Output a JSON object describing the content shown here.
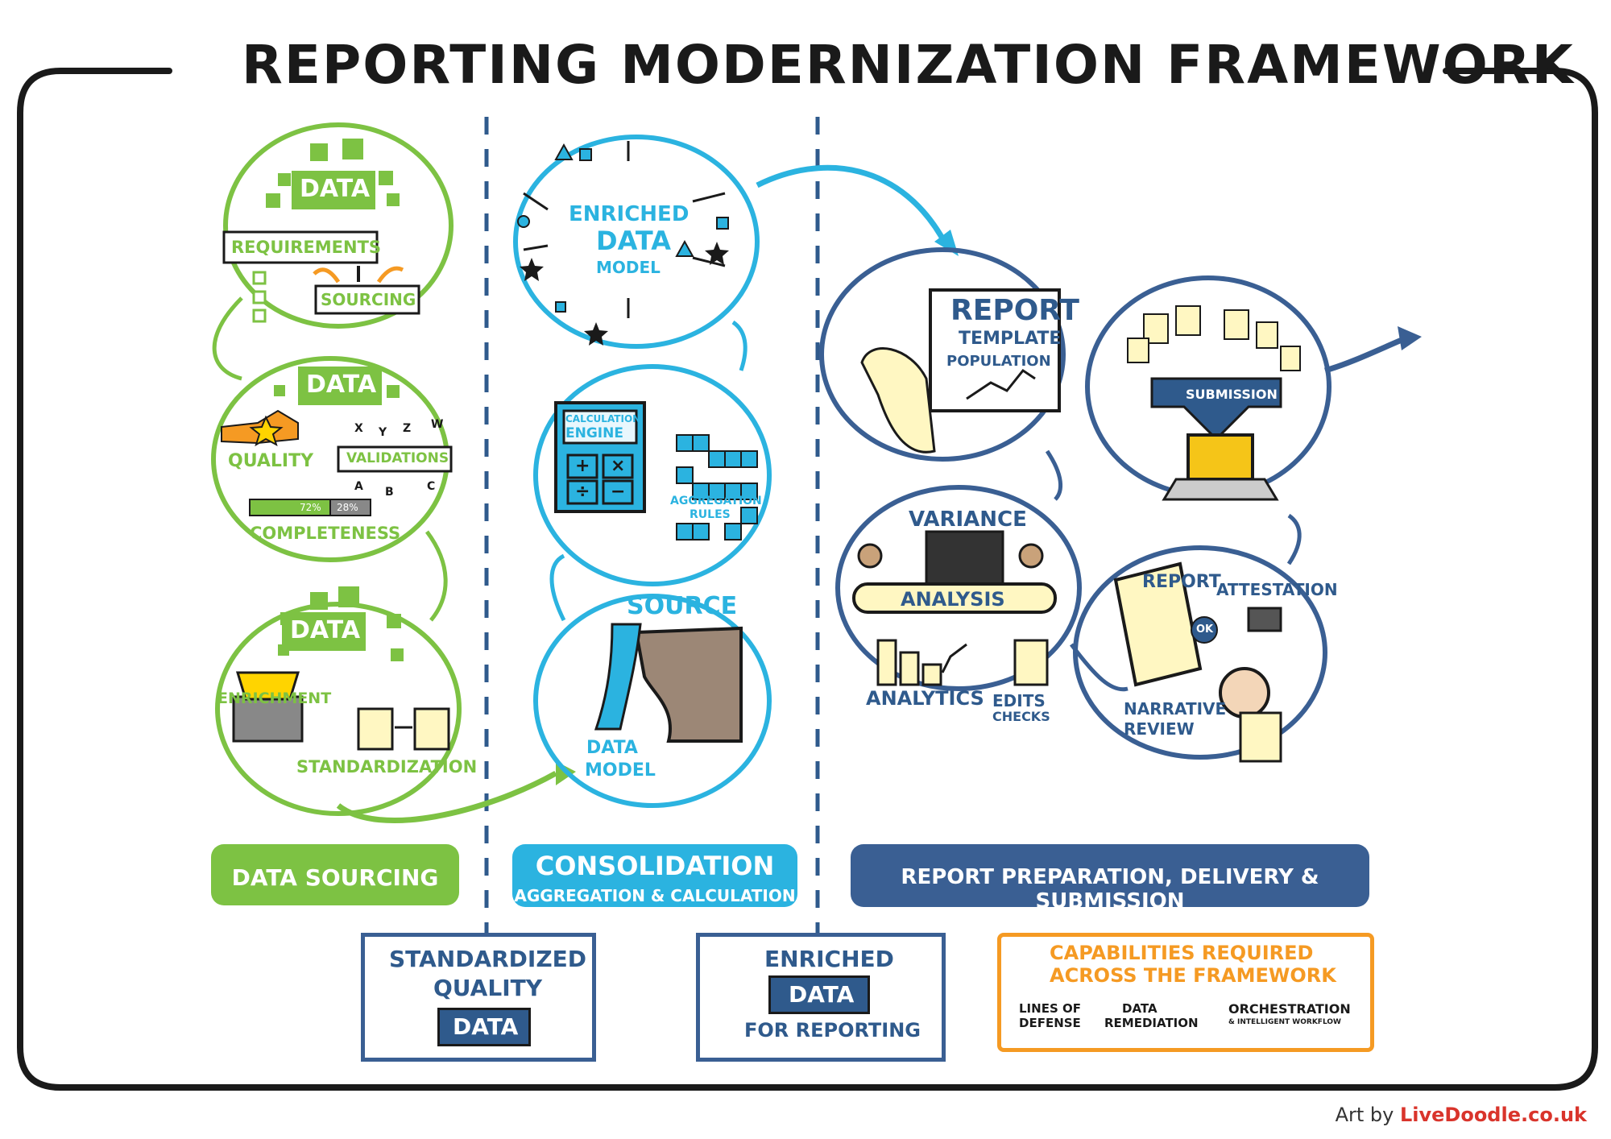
{
  "title": "REPORTING MODERNIZATION FRAMEWORK",
  "colors": {
    "green": "#7dc243",
    "cyan": "#2bb3e0",
    "navy": "#2f5a8c",
    "orange": "#f59a23",
    "frame": "#1a1a1a"
  },
  "sourcing": {
    "step1": {
      "data": "DATA",
      "requirements": "REQUIREMENTS",
      "sourcing": "SOURCING"
    },
    "step2": {
      "data": "DATA",
      "quality": "QUALITY",
      "validations": "VALIDATIONS",
      "letters": [
        "X",
        "Y",
        "Z",
        "W",
        "A",
        "B",
        "C"
      ],
      "bar_left": "72%",
      "bar_right": "28%",
      "completeness": "COMPLETENESS"
    },
    "step3": {
      "data": "DATA",
      "enrichment": "ENRICHMENT",
      "standardization": "STANDARDIZATION"
    }
  },
  "consolidation": {
    "enriched_line1": "ENRICHED",
    "enriched_line2": "DATA",
    "enriched_line3": "MODEL",
    "calc_line1": "CALCULATION",
    "calc_line2": "ENGINE",
    "calc_keys": [
      "+",
      "×",
      "÷",
      "−"
    ],
    "aggregation_line1": "AGGREGATION",
    "aggregation_line2": "RULES",
    "source": "SOURCE",
    "data_model_line1": "DATA",
    "data_model_line2": "MODEL"
  },
  "report": {
    "template_line1": "REPORT",
    "template_line2": "TEMPLATE",
    "template_line3": "POPULATION",
    "submission": "SUBMISSION",
    "variance": "VARIANCE",
    "analysis": "ANALYSIS",
    "analytics": "ANALYTICS",
    "edits_line1": "EDITS",
    "edits_line2": "CHECKS",
    "attestation": "ATTESTATION",
    "report_doc": "REPORT",
    "ok": "OK",
    "narrative_line1": "NARRATIVE",
    "narrative_line2": "REVIEW"
  },
  "bands": {
    "sourcing": "DATA SOURCING",
    "consolidation_line1": "CONSOLIDATION",
    "consolidation_line2": "AGGREGATION & CALCULATION",
    "report": "REPORT PREPARATION, DELIVERY & SUBMISSION"
  },
  "outputs": {
    "standardized_line1": "STANDARDIZED",
    "standardized_line2": "QUALITY",
    "standardized_line3": "DATA",
    "enriched_line1": "ENRICHED",
    "enriched_line2": "DATA",
    "enriched_line3": "FOR REPORTING"
  },
  "capabilities": {
    "title_line1": "CAPABILITIES REQUIRED",
    "title_line2": "ACROSS THE FRAMEWORK",
    "items": [
      {
        "line1": "LINES OF",
        "line2": "DEFENSE"
      },
      {
        "line1": "DATA",
        "line2": "REMEDIATION"
      },
      {
        "line1": "ORCHESTRATION",
        "line2": "& INTELLIGENT WORKFLOW"
      }
    ]
  },
  "credit": {
    "prefix": "Art by",
    "brand": "LiveDoodle.co.uk"
  }
}
